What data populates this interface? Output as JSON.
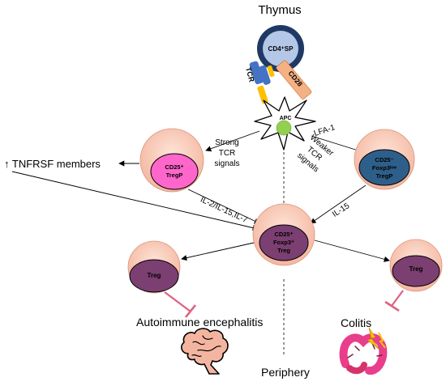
{
  "labels": {
    "thymus": "Thymus",
    "cd4sp": "CD4⁺SP",
    "tcr": "TCR",
    "cd28": "CD28",
    "apc": "APC",
    "strong_signal": [
      "Strong",
      "TCR",
      "signals"
    ],
    "lfa1": "LFA-1",
    "weak_signal": [
      "Weaker",
      "TCR",
      "signals"
    ],
    "tnfrsf": "↑ TNFRSF members",
    "tregp_left": [
      "CD25⁺",
      "TregP"
    ],
    "tregp_right": [
      "CD25⁻",
      "Foxp3ˡᵒʷ",
      "TregP"
    ],
    "il2": "IL-2/IL-15,IL-7",
    "il15": "IL-15",
    "treg_center": [
      "CD25⁺",
      "Foxp3⁺",
      "Treg"
    ],
    "treg_left": "Treg",
    "treg_right": "Treg",
    "autoimmune": "Autoimmune encephalitis",
    "colitis": "Colitis",
    "periphery": "Periphery"
  },
  "colors": {
    "thymus_outer": "#1f3864",
    "thymus_inner": "#b4c7e7",
    "tcr_blue": "#4472c4",
    "tcr_yellow": "#ffc000",
    "cd28": "#f4b183",
    "cell_outer": "#f8cbad",
    "cell_pink_nucleus": "#ff66cc",
    "cell_blue_nucleus": "#2e5f8a",
    "cell_purple_nucleus": "#7b3f72",
    "apc_green": "#92d050",
    "inhibit": "#e06080"
  }
}
